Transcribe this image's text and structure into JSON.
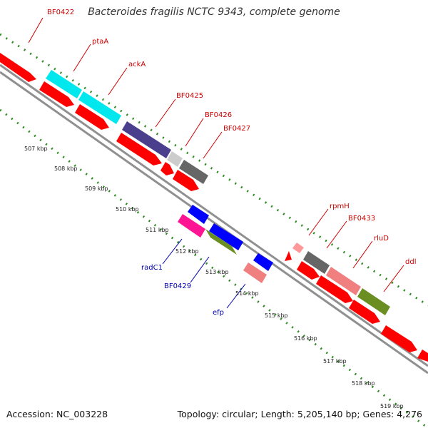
{
  "title": "Bacteroides fragilis NCTC 9343, complete genome",
  "footer": {
    "accession": "Accession: NC_003228",
    "topology": "Topology: circular; Length: 5,205,140 bp; Genes: 4,276"
  },
  "colors": {
    "background": "#ffffff",
    "backbone": "#909090",
    "tick_dots": "#2e8b22",
    "forward_label": "#cc0000",
    "reverse_label": "#0000aa",
    "leader_forward": "#cc0000",
    "leader_reverse": "#0000aa"
  },
  "ticks": [
    "507 kbp",
    "508 kbp",
    "509 kbp",
    "510 kbp",
    "511 kbp",
    "512 kbp",
    "513 kbp",
    "514 kbp",
    "515 kbp",
    "516 kbp",
    "517 kbp",
    "518 kbp",
    "519 kbp"
  ],
  "labels": {
    "forward": [
      "BF0422",
      "ptaA",
      "ackA",
      "BF0425",
      "BF0426",
      "BF0427",
      "rpmH",
      "BF0433",
      "rluD",
      "ddl"
    ],
    "reverse": [
      "radC1",
      "BF0429",
      "efp"
    ]
  },
  "features": [
    {
      "ring": "outer",
      "color": "#ff0000",
      "label": ""
    },
    {
      "ring": "outer",
      "color": "#00e8ee",
      "label": "ptaA"
    },
    {
      "ring": "outer",
      "color": "#00e8ee",
      "label": "ackA"
    },
    {
      "ring": "outer",
      "color": "#4a3f8c",
      "label": "BF0425"
    },
    {
      "ring": "outer",
      "color": "#cccccc",
      "label": "BF0426"
    },
    {
      "ring": "outer",
      "color": "#666666",
      "label": "BF0427"
    },
    {
      "ring": "outer",
      "color": "#ff0000",
      "label": ""
    },
    {
      "ring": "outer",
      "color": "#ff9999",
      "label": "rpmH"
    },
    {
      "ring": "outer",
      "color": "#666666",
      "label": "BF0433"
    },
    {
      "ring": "outer",
      "color": "#f08080",
      "label": "rluD"
    },
    {
      "ring": "outer",
      "color": "#6b8e23",
      "label": "ddl"
    },
    {
      "ring": "inner",
      "color": "#0000ff",
      "label": ""
    },
    {
      "ring": "inner",
      "color": "#ff1493",
      "label": "radC1"
    },
    {
      "ring": "inner",
      "color": "#0000ff",
      "label": ""
    },
    {
      "ring": "inner",
      "color": "#6b8e23",
      "label": "BF0429"
    },
    {
      "ring": "inner",
      "color": "#0000ff",
      "label": ""
    },
    {
      "ring": "inner",
      "color": "#f08080",
      "label": "efp"
    },
    {
      "ring": "cds",
      "color": "#ff0000",
      "label": ""
    }
  ]
}
